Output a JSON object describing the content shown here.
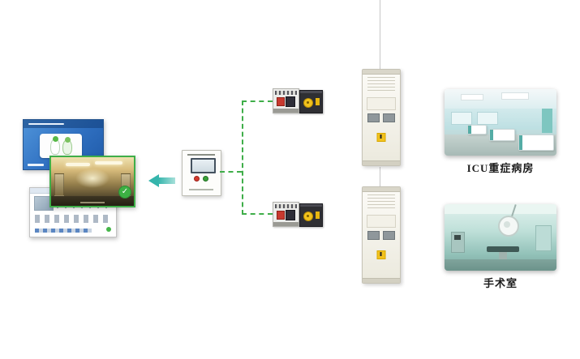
{
  "branches": [
    {
      "id": "icu",
      "label": "ICU重症病房"
    },
    {
      "id": "operating-room",
      "label": "手术室"
    }
  ],
  "monitor": {
    "screens": [
      "software-splash-screen",
      "site-photo-screen",
      "scada-ui-screen"
    ],
    "check_icon": "check-icon"
  },
  "device": {
    "name": "insulation-monitoring-panel",
    "buttons": [
      "red-button",
      "green-button"
    ]
  },
  "colors": {
    "connector_green": "#3fae49",
    "arrow_teal": "#35b5ac",
    "cabinet_body": "#f4f2ea",
    "warning_yellow": "#f2c21d",
    "photo_teal": "#9ccfc6",
    "screen_blue": "#2f6fc0",
    "label_text": "#1c1c1c"
  }
}
